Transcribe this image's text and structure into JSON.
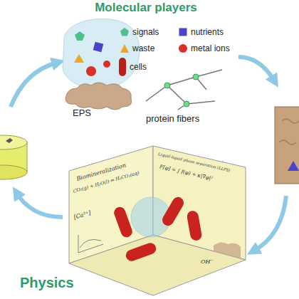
{
  "diagram": {
    "title": "Molecular players",
    "labels": [
      "EPS",
      "protein fibers",
      "Biomineralization",
      "CO₂(g) + H₂O(l) ⇌ H₂CO₃(aq)",
      "[Ca²⁺]",
      "Liquid-liquid phase separation (LLPS)",
      "F[φ] = ∫ f(φ) + κ|∇φ|²",
      "OH⁻",
      "Physics"
    ],
    "legend": [
      {
        "text": "signals"
      },
      {
        "text": "nutrients"
      },
      {
        "text": "waste"
      },
      {
        "text": "metal ions"
      },
      {
        "text": "cells"
      }
    ]
  }
}
